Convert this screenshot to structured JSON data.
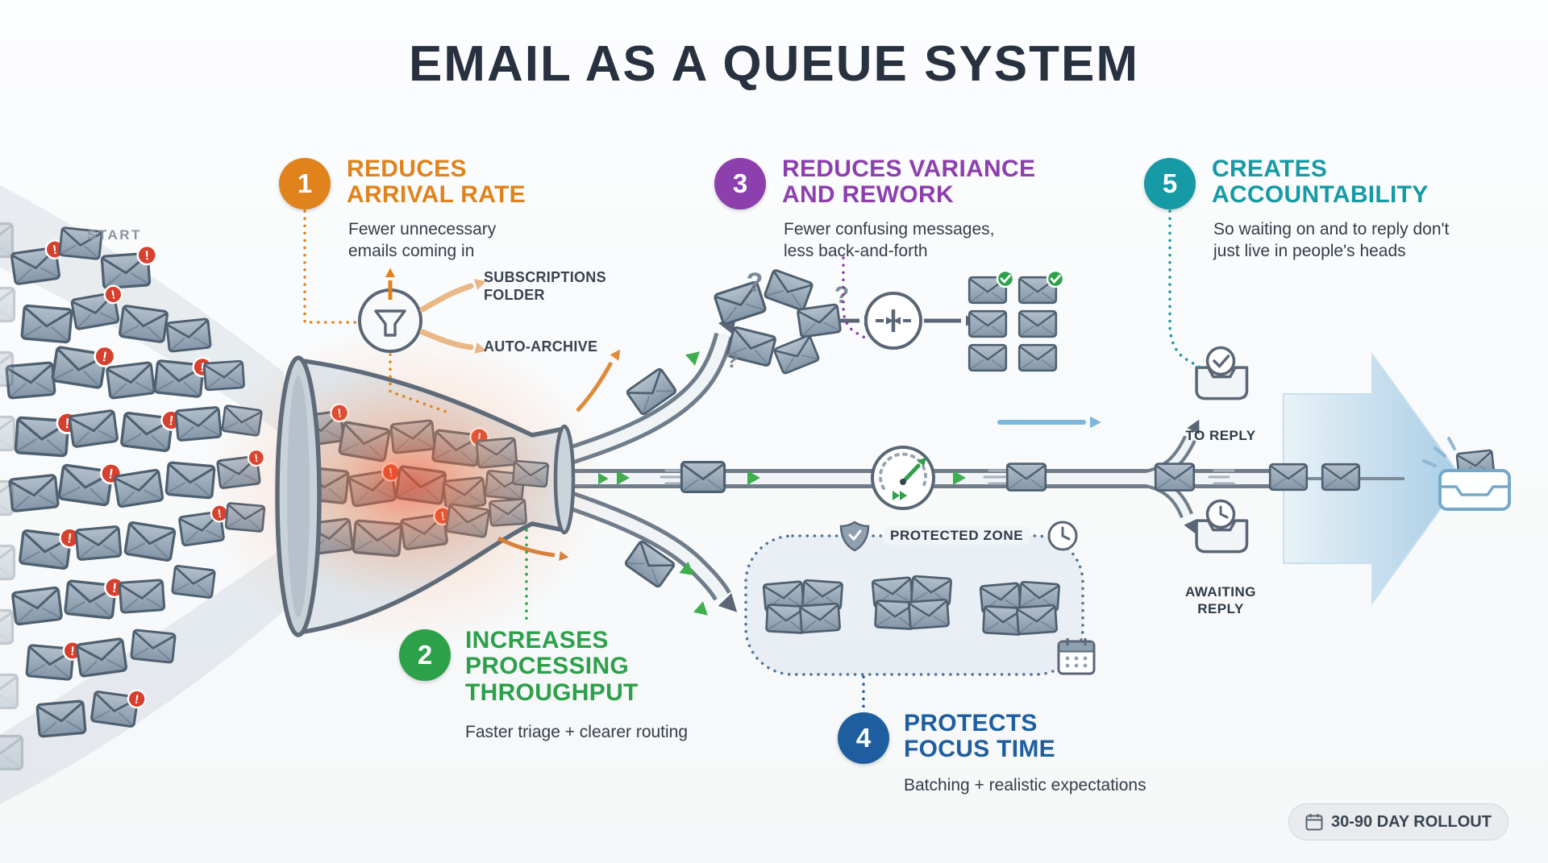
{
  "title": "EMAIL AS A QUEUE SYSTEM",
  "start_label": "START",
  "items": [
    {
      "num": "1",
      "heading": "REDUCES\nARRIVAL RATE",
      "sub": "Fewer unnecessary\nemails coming in",
      "color": "#e0831c"
    },
    {
      "num": "2",
      "heading": "INCREASES\nPROCESSING\nTHROUGHPUT",
      "sub": "Faster triage + clearer routing",
      "color": "#2da04a"
    },
    {
      "num": "3",
      "heading": "REDUCES VARIANCE\nAND REWORK",
      "sub": "Fewer confusing messages,\nless back-and-forth",
      "color": "#8d3fae"
    },
    {
      "num": "4",
      "heading": "PROTECTS\nFOCUS TIME",
      "sub": "Batching + realistic expectations",
      "color": "#1e5d9f"
    },
    {
      "num": "5",
      "heading": "CREATES\nACCOUNTABILITY",
      "sub": "So waiting on and to reply don't\njust live in people's heads",
      "color": "#169aa5"
    }
  ],
  "labels": {
    "subscriptions_folder": "SUBSCRIPTIONS\nFOLDER",
    "auto_archive": "AUTO-ARCHIVE",
    "protected_zone": "PROTECTED ZONE",
    "to_reply": "TO REPLY",
    "awaiting_reply": "AWAITING\nREPLY",
    "rollout_badge": "30-90 DAY ROLLOUT"
  },
  "glyphs": {
    "question_mark": "?",
    "alert": "!"
  },
  "icons": [
    "funnel-filter-icon",
    "merge-icon",
    "throughput-gauge-icon",
    "shield-check-icon",
    "clock-icon",
    "calendar-icon",
    "check-circle-icon",
    "inbox-tray-icon",
    "envelope-icon",
    "sparkle-icon"
  ],
  "colors": {
    "step1": "#e0831c",
    "step2": "#2da04a",
    "step3": "#8d3fae",
    "step4": "#1e5d9f",
    "step5": "#169aa5",
    "alert": "#d6402e",
    "success": "#2fa14e",
    "envelope": "#8ea0b2",
    "stream": "#6f7c8a",
    "congestion_glow": "#ff6a36",
    "flow_arrow": "#a8cde5"
  }
}
